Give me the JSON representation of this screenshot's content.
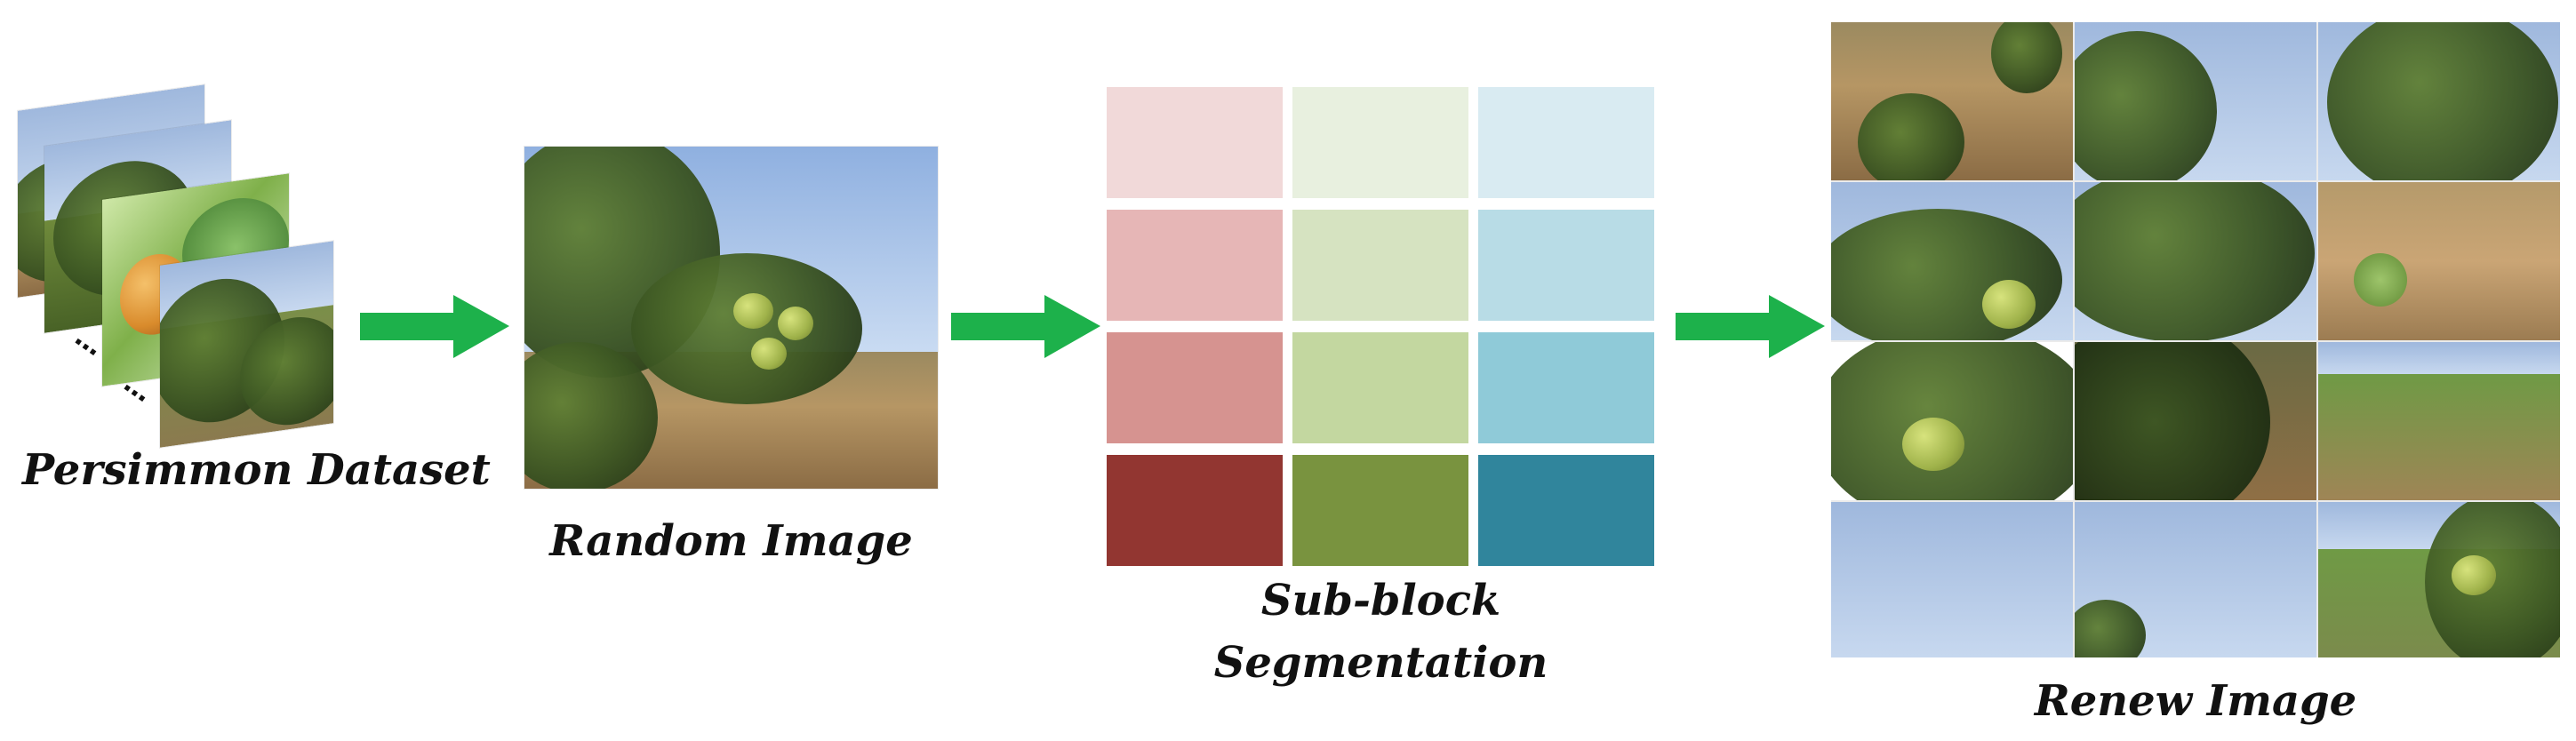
{
  "labels": {
    "dataset": "Persimmon Dataset",
    "random_image": "Random Image",
    "subblock_line1": "Sub-block",
    "subblock_line2": "Segmentation",
    "renew_image": "Renew Image"
  },
  "colors": {
    "arrow": "#1db14b",
    "grid": [
      [
        "#f1d9d9",
        "#e8f0df",
        "#d9ebf2"
      ],
      [
        "#e6b6b6",
        "#d6e3c1",
        "#b8dce6"
      ],
      [
        "#d69390",
        "#c3d7a0",
        "#8fcad8"
      ],
      [
        "#923631",
        "#79933f",
        "#30859c"
      ]
    ]
  },
  "ellipsis": "…"
}
